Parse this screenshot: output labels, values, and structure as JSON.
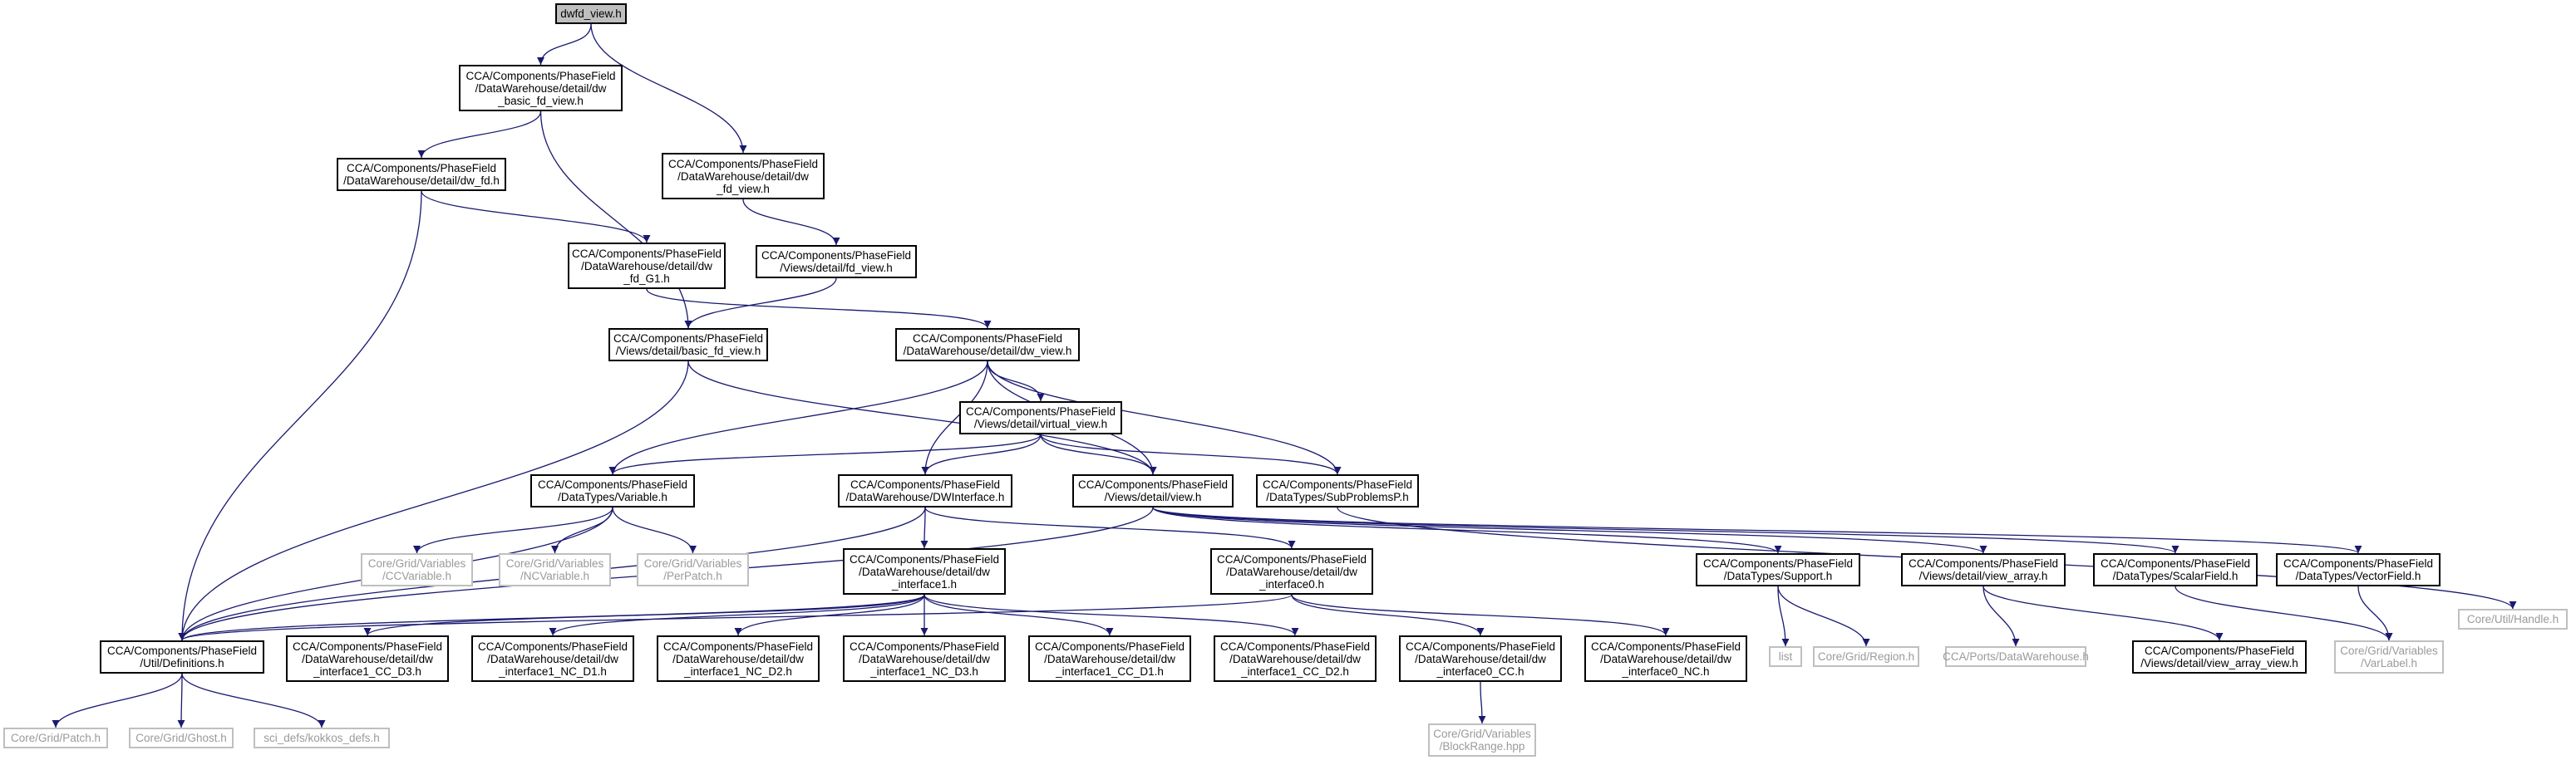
{
  "colors": {
    "edge": "#191970",
    "node_border": "#000000",
    "ext_border": "#bfbfbf",
    "root_fill": "#bfbfbf",
    "ext_text": "#9a9a9a"
  },
  "nodes": [
    {
      "id": "root",
      "label": "dwfd_view.h",
      "kind": "root"
    },
    {
      "id": "dw_basic_fd_view",
      "label": "CCA/Components/PhaseField\n/DataWarehouse/detail/dw\n_basic_fd_view.h",
      "kind": "local"
    },
    {
      "id": "dw_fd",
      "label": "CCA/Components/PhaseField\n/DataWarehouse/detail/dw_fd.h",
      "kind": "local"
    },
    {
      "id": "dw_fd_view",
      "label": "CCA/Components/PhaseField\n/DataWarehouse/detail/dw\n_fd_view.h",
      "kind": "local"
    },
    {
      "id": "dw_fd_G1",
      "label": "CCA/Components/PhaseField\n/DataWarehouse/detail/dw\n_fd_G1.h",
      "kind": "local"
    },
    {
      "id": "fd_view",
      "label": "CCA/Components/PhaseField\n/Views/detail/fd_view.h",
      "kind": "local"
    },
    {
      "id": "basic_fd_view",
      "label": "CCA/Components/PhaseField\n/Views/detail/basic_fd_view.h",
      "kind": "local"
    },
    {
      "id": "dw_view",
      "label": "CCA/Components/PhaseField\n/DataWarehouse/detail/dw_view.h",
      "kind": "local"
    },
    {
      "id": "virtual_view",
      "label": "CCA/Components/PhaseField\n/Views/detail/virtual_view.h",
      "kind": "local"
    },
    {
      "id": "variable",
      "label": "CCA/Components/PhaseField\n/DataTypes/Variable.h",
      "kind": "local"
    },
    {
      "id": "dwinterface",
      "label": "CCA/Components/PhaseField\n/DataWarehouse/DWInterface.h",
      "kind": "local"
    },
    {
      "id": "view",
      "label": "CCA/Components/PhaseField\n/Views/detail/view.h",
      "kind": "local"
    },
    {
      "id": "subproblemsp",
      "label": "CCA/Components/PhaseField\n/DataTypes/SubProblemsP.h",
      "kind": "local"
    },
    {
      "id": "ccvariable",
      "label": "Core/Grid/Variables\n/CCVariable.h",
      "kind": "ext"
    },
    {
      "id": "ncvariable",
      "label": "Core/Grid/Variables\n/NCVariable.h",
      "kind": "ext"
    },
    {
      "id": "perpatch",
      "label": "Core/Grid/Variables\n/PerPatch.h",
      "kind": "ext"
    },
    {
      "id": "dw_interface1",
      "label": "CCA/Components/PhaseField\n/DataWarehouse/detail/dw\n_interface1.h",
      "kind": "local"
    },
    {
      "id": "dw_interface0",
      "label": "CCA/Components/PhaseField\n/DataWarehouse/detail/dw\n_interface0.h",
      "kind": "local"
    },
    {
      "id": "support",
      "label": "CCA/Components/PhaseField\n/DataTypes/Support.h",
      "kind": "local"
    },
    {
      "id": "view_array",
      "label": "CCA/Components/PhaseField\n/Views/detail/view_array.h",
      "kind": "local"
    },
    {
      "id": "scalarfield",
      "label": "CCA/Components/PhaseField\n/DataTypes/ScalarField.h",
      "kind": "local"
    },
    {
      "id": "vectorfield",
      "label": "CCA/Components/PhaseField\n/DataTypes/VectorField.h",
      "kind": "local"
    },
    {
      "id": "handle",
      "label": "Core/Util/Handle.h",
      "kind": "ext"
    },
    {
      "id": "definitions",
      "label": "CCA/Components/PhaseField\n/Util/Definitions.h",
      "kind": "local"
    },
    {
      "id": "i1_cc_d3",
      "label": "CCA/Components/PhaseField\n/DataWarehouse/detail/dw\n_interface1_CC_D3.h",
      "kind": "local"
    },
    {
      "id": "i1_nc_d1",
      "label": "CCA/Components/PhaseField\n/DataWarehouse/detail/dw\n_interface1_NC_D1.h",
      "kind": "local"
    },
    {
      "id": "i1_nc_d2",
      "label": "CCA/Components/PhaseField\n/DataWarehouse/detail/dw\n_interface1_NC_D2.h",
      "kind": "local"
    },
    {
      "id": "i1_nc_d3",
      "label": "CCA/Components/PhaseField\n/DataWarehouse/detail/dw\n_interface1_NC_D3.h",
      "kind": "local"
    },
    {
      "id": "i1_cc_d1",
      "label": "CCA/Components/PhaseField\n/DataWarehouse/detail/dw\n_interface1_CC_D1.h",
      "kind": "local"
    },
    {
      "id": "i1_cc_d2",
      "label": "CCA/Components/PhaseField\n/DataWarehouse/detail/dw\n_interface1_CC_D2.h",
      "kind": "local"
    },
    {
      "id": "i0_cc",
      "label": "CCA/Components/PhaseField\n/DataWarehouse/detail/dw\n_interface0_CC.h",
      "kind": "local"
    },
    {
      "id": "i0_nc",
      "label": "CCA/Components/PhaseField\n/DataWarehouse/detail/dw\n_interface0_NC.h",
      "kind": "local"
    },
    {
      "id": "list",
      "label": "list",
      "kind": "ext"
    },
    {
      "id": "region",
      "label": "Core/Grid/Region.h",
      "kind": "ext"
    },
    {
      "id": "ports_dw",
      "label": "CCA/Ports/DataWarehouse.h",
      "kind": "ext"
    },
    {
      "id": "view_array_view",
      "label": "CCA/Components/PhaseField\n/Views/detail/view_array_view.h",
      "kind": "local"
    },
    {
      "id": "varlabel",
      "label": "Core/Grid/Variables\n/VarLabel.h",
      "kind": "ext"
    },
    {
      "id": "patch",
      "label": "Core/Grid/Patch.h",
      "kind": "ext"
    },
    {
      "id": "ghost",
      "label": "Core/Grid/Ghost.h",
      "kind": "ext"
    },
    {
      "id": "kokkos",
      "label": "sci_defs/kokkos_defs.h",
      "kind": "ext"
    },
    {
      "id": "blockrange",
      "label": "Core/Grid/Variables\n/BlockRange.hpp",
      "kind": "ext"
    }
  ],
  "edges": [
    [
      "root",
      "dw_basic_fd_view"
    ],
    [
      "root",
      "dw_fd_view"
    ],
    [
      "dw_basic_fd_view",
      "dw_fd"
    ],
    [
      "dw_basic_fd_view",
      "basic_fd_view"
    ],
    [
      "dw_fd",
      "dw_fd_G1"
    ],
    [
      "dw_fd",
      "definitions"
    ],
    [
      "dw_fd_view",
      "fd_view"
    ],
    [
      "dw_fd_G1",
      "dw_view"
    ],
    [
      "fd_view",
      "basic_fd_view"
    ],
    [
      "basic_fd_view",
      "view"
    ],
    [
      "basic_fd_view",
      "definitions"
    ],
    [
      "dw_view",
      "virtual_view"
    ],
    [
      "dw_view",
      "variable"
    ],
    [
      "dw_view",
      "dwinterface"
    ],
    [
      "dw_view",
      "view"
    ],
    [
      "dw_view",
      "subproblemsp"
    ],
    [
      "virtual_view",
      "variable"
    ],
    [
      "virtual_view",
      "dwinterface"
    ],
    [
      "virtual_view",
      "view"
    ],
    [
      "virtual_view",
      "subproblemsp"
    ],
    [
      "variable",
      "ccvariable"
    ],
    [
      "variable",
      "ncvariable"
    ],
    [
      "variable",
      "perpatch"
    ],
    [
      "variable",
      "definitions"
    ],
    [
      "dwinterface",
      "dw_interface1"
    ],
    [
      "dwinterface",
      "dw_interface0"
    ],
    [
      "dwinterface",
      "definitions"
    ],
    [
      "view",
      "support"
    ],
    [
      "view",
      "view_array"
    ],
    [
      "view",
      "scalarfield"
    ],
    [
      "view",
      "vectorfield"
    ],
    [
      "view",
      "definitions"
    ],
    [
      "subproblemsp",
      "handle"
    ],
    [
      "dw_interface1",
      "definitions"
    ],
    [
      "dw_interface1",
      "i1_cc_d3"
    ],
    [
      "dw_interface1",
      "i1_nc_d1"
    ],
    [
      "dw_interface1",
      "i1_nc_d2"
    ],
    [
      "dw_interface1",
      "i1_nc_d3"
    ],
    [
      "dw_interface1",
      "i1_cc_d1"
    ],
    [
      "dw_interface1",
      "i1_cc_d2"
    ],
    [
      "dw_interface0",
      "definitions"
    ],
    [
      "dw_interface0",
      "i0_cc"
    ],
    [
      "dw_interface0",
      "i0_nc"
    ],
    [
      "support",
      "list"
    ],
    [
      "support",
      "region"
    ],
    [
      "view_array",
      "ports_dw"
    ],
    [
      "view_array",
      "view_array_view"
    ],
    [
      "scalarfield",
      "varlabel"
    ],
    [
      "vectorfield",
      "varlabel"
    ],
    [
      "definitions",
      "patch"
    ],
    [
      "definitions",
      "ghost"
    ],
    [
      "definitions",
      "kokkos"
    ],
    [
      "i0_cc",
      "blockrange"
    ]
  ]
}
